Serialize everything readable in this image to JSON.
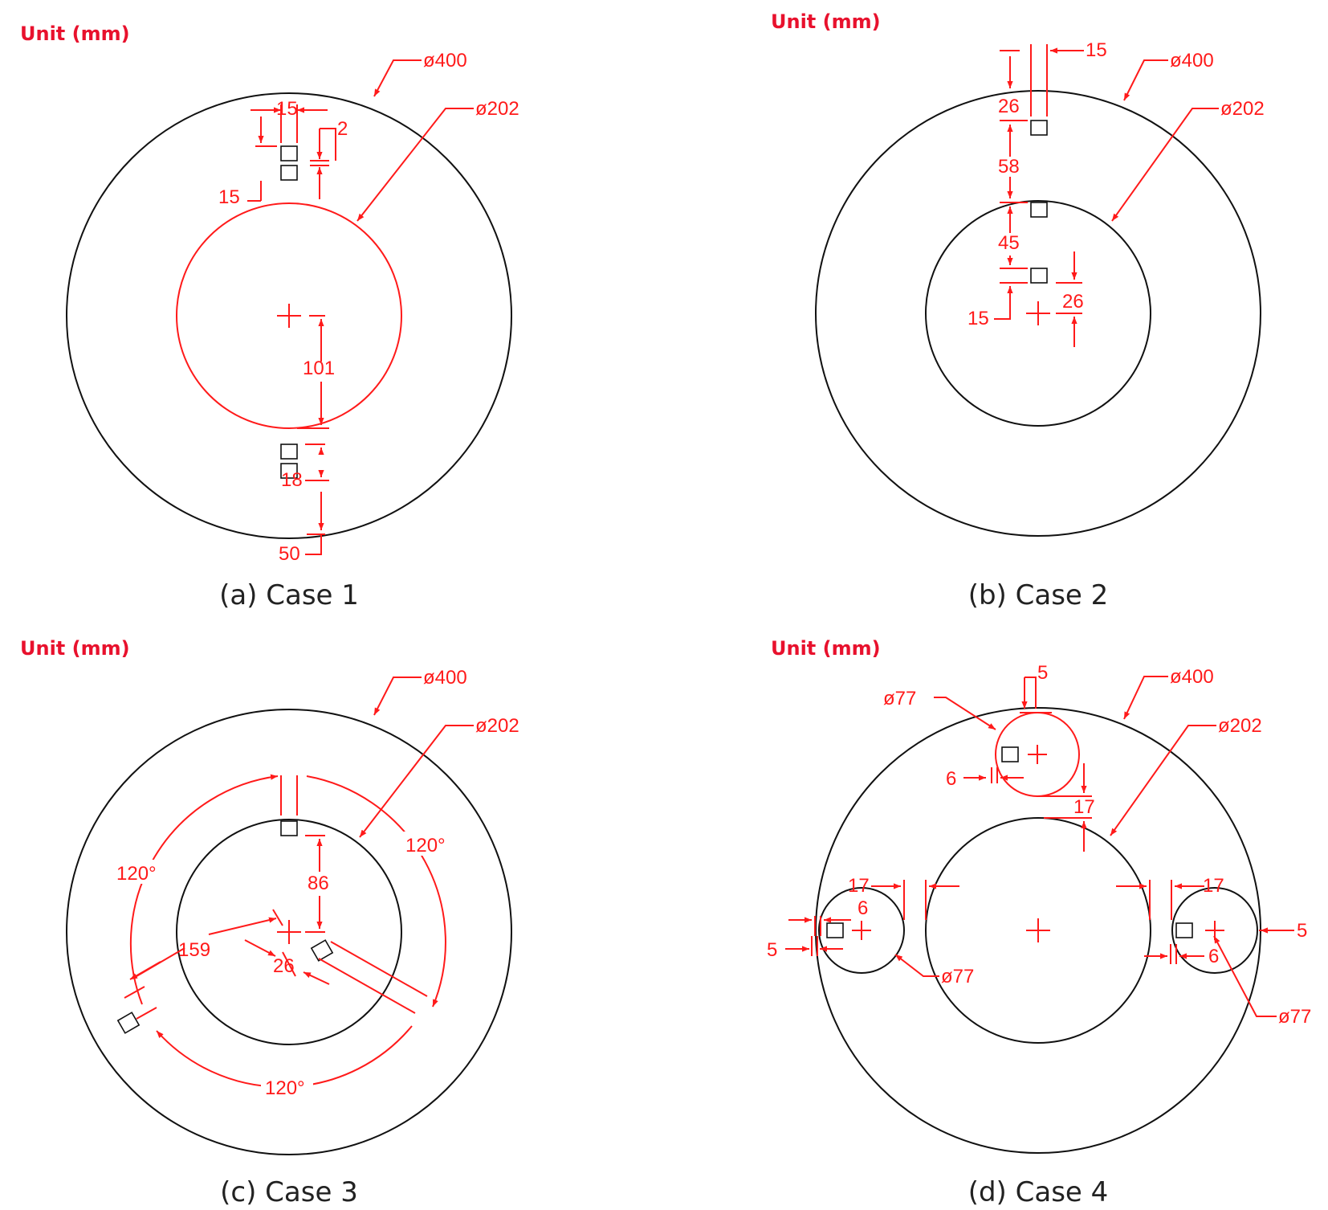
{
  "unit_label": "Unit (mm)",
  "colors": {
    "dimension": "#ff1a1a",
    "outline": "#111111",
    "caption": "#222222",
    "unit": "#e8112d"
  },
  "panels": [
    {
      "caption": "(a) Case 1",
      "outer_dia": "ø400",
      "inner_dia": "ø202",
      "dims": {
        "d15a": "15",
        "d2": "2",
        "d15b": "15",
        "d101": "101",
        "d18": "18",
        "d50": "50"
      }
    },
    {
      "caption": "(b) Case 2",
      "outer_dia": "ø400",
      "inner_dia": "ø202",
      "dims": {
        "d15a": "15",
        "d26a": "26",
        "d58": "58",
        "d45": "45",
        "d26b": "26",
        "d15b": "15"
      }
    },
    {
      "caption": "(c) Case 3",
      "outer_dia": "ø400",
      "inner_dia": "ø202",
      "dims": {
        "a1": "120°",
        "a2": "120°",
        "a3": "120°",
        "d86": "86",
        "d159": "159",
        "d26": "26"
      }
    },
    {
      "caption": "(d) Case 4",
      "outer_dia": "ø400",
      "inner_dia": "ø202",
      "small_dia": "ø77",
      "dims": {
        "d5top": "5",
        "d6top": "6",
        "d17top": "17",
        "d17l": "17",
        "d6l": "6",
        "d5l": "5",
        "d17r": "17",
        "d5r": "5",
        "d6r": "6"
      }
    }
  ]
}
